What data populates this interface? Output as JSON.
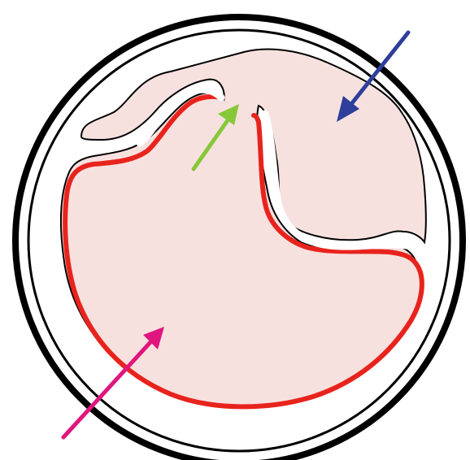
{
  "colors": {
    "background": "#ffffff",
    "outer_ring": "#000000",
    "fill": "#f7e1df",
    "red_outline": "#e8231d",
    "blue_arrow": "#2e3f9b",
    "green_arrow": "#86c83a",
    "magenta_arrow": "#e0167e"
  },
  "arrows": [
    {
      "name": "blue-arrow",
      "color_key": "blue_arrow"
    },
    {
      "name": "green-arrow",
      "color_key": "green_arrow"
    },
    {
      "name": "magenta-arrow",
      "color_key": "magenta_arrow"
    }
  ]
}
